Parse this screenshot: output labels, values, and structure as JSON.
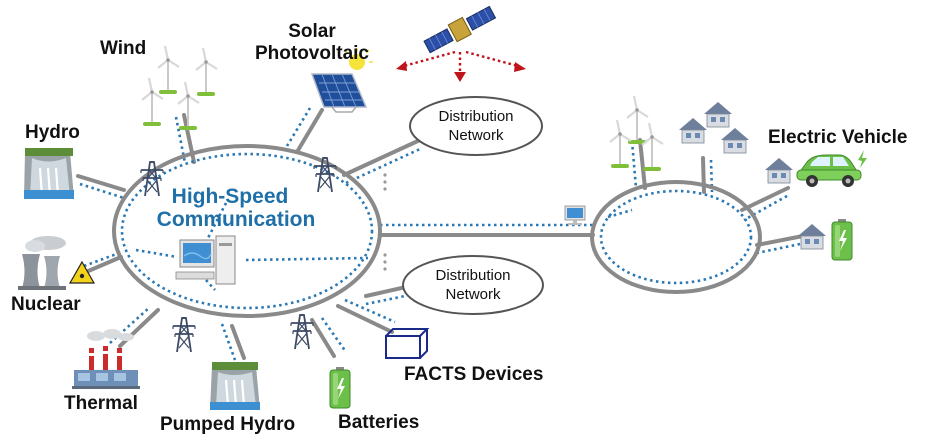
{
  "labels": {
    "wind": "Wind",
    "solar_line1": "Solar",
    "solar_line2": "Photovoltaic",
    "hydro": "Hydro",
    "nuclear": "Nuclear",
    "thermal": "Thermal",
    "pumped_hydro": "Pumped Hydro",
    "batteries": "Batteries",
    "facts": "FACTS Devices",
    "electric_vehicle": "Electric Vehicle"
  },
  "hub": {
    "line1": "High-Speed",
    "line2": "Communication"
  },
  "distribution": {
    "top_line1": "Distribution",
    "top_line2": "Network",
    "bottom_line1": "Distribution",
    "bottom_line2": "Network"
  },
  "colors": {
    "grid_line": "#8a8a8a",
    "comm_dot": "#2a78b4",
    "hub_text": "#1f6fa8",
    "signal_red": "#c0141b",
    "battery_green": "#6cc04a",
    "tower": "#3c4a66"
  },
  "icons": [
    "wind-turbine-icon",
    "solar-panel-icon",
    "satellite-icon",
    "hydro-dam-icon",
    "nuclear-plant-icon",
    "thermal-plant-icon",
    "transmission-tower-icon",
    "computer-icon",
    "battery-icon",
    "facts-device-icon",
    "house-icon",
    "electric-car-icon"
  ]
}
